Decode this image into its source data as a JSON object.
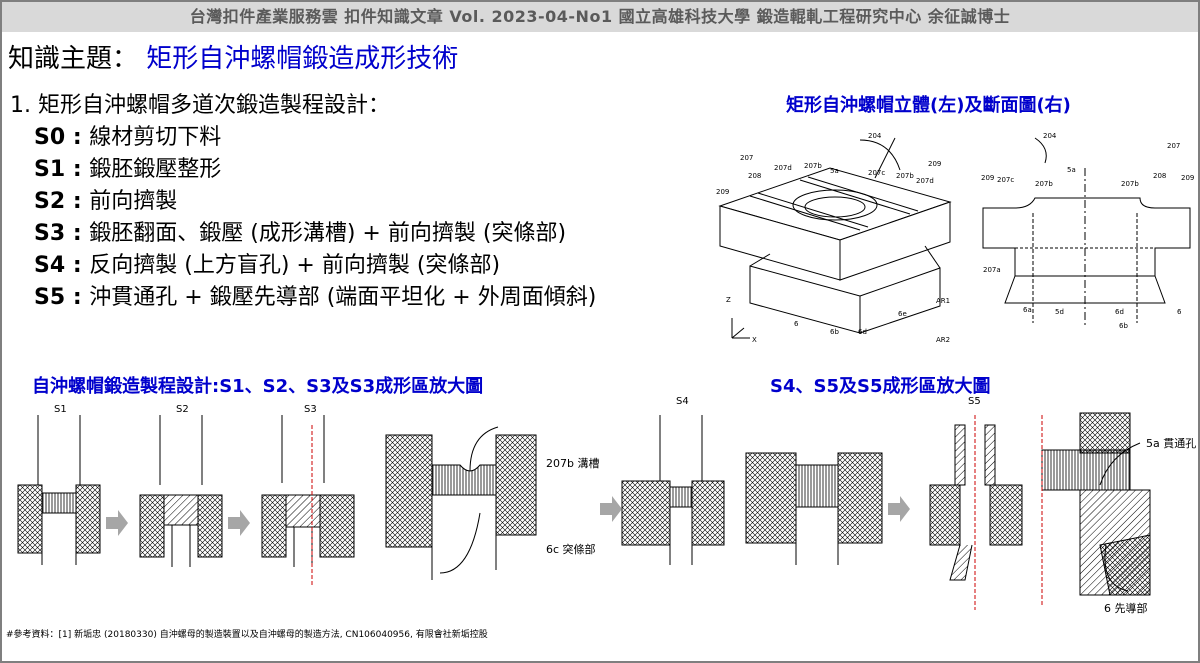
{
  "banner": "台灣扣件產業服務雲  扣件知識文章  Vol. 2023-04-No1  國立高雄科技大學  鍛造輥軋工程研究中心  余征誠博士",
  "topic": {
    "label": "知識主題：",
    "value": "矩形自沖螺帽鍛造成形技術"
  },
  "process": {
    "heading": "1. 矩形自沖螺帽多道次鍛造製程設計：",
    "steps": [
      {
        "code": "S0",
        "sep": " : ",
        "text": "線材剪切下料"
      },
      {
        "code": "S1",
        "sep": " : ",
        "text": "鍛胚鍛壓整形"
      },
      {
        "code": "S2",
        "sep": " : ",
        "text": "前向擠製"
      },
      {
        "code": "S3",
        "sep": " : ",
        "text": "鍛胚翻面、鍛壓 (成形溝槽) + 前向擠製 (突條部)"
      },
      {
        "code": "S4",
        "sep": " : ",
        "text": "反向擠製 (上方盲孔) + 前向擠製 (突條部)"
      },
      {
        "code": "S5",
        "sep": " : ",
        "text": "沖貫通孔 + 鍛壓先導部 (端面平坦化 + 外周面傾斜)"
      }
    ]
  },
  "captions": {
    "three_d": "矩形自沖螺帽立體(左)及斷面圖(右)",
    "left_process": "自沖螺帽鍛造製程設計:S1、S2、S3及S3成形區放大圖",
    "right_process": "S4、S5及S5成形區放大圖"
  },
  "stage_labels": [
    "S1",
    "S2",
    "S3",
    "S4",
    "S5"
  ],
  "callouts": {
    "groove": "207b 溝槽",
    "rib": "6c 突條部",
    "through_hole": "5a 貫通孔",
    "pilot": "6 先導部"
  },
  "figure_refs": {
    "iso": [
      "204",
      "207",
      "207d",
      "207b",
      "5a",
      "207c",
      "207b",
      "209",
      "207d",
      "208",
      "209",
      "AR1",
      "AR2",
      "6",
      "6b",
      "6d",
      "6e",
      "Z",
      "X"
    ],
    "section": [
      "204",
      "207",
      "209",
      "207c",
      "207b",
      "5a",
      "207b",
      "208",
      "209",
      "207a",
      "6a",
      "5d",
      "6d",
      "6",
      "6b"
    ]
  },
  "reference": "#參考資料：[1] 新垢忠 (20180330) 自沖螺母的製造裝置以及自沖螺母的製造方法, CN106040956, 有限會社新垢控股",
  "colors": {
    "banner_bg": "#d9d9d9",
    "accent": "#0000cc",
    "arrow": "#a6a6a6",
    "centerline": "#cc0000"
  }
}
